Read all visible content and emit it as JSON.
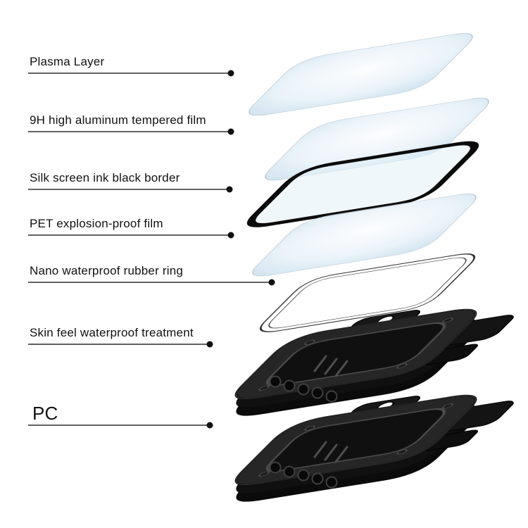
{
  "labels": [
    {
      "text": "Plasma Layer"
    },
    {
      "text": "9H high aluminum tempered film"
    },
    {
      "text": "Silk screen ink black border"
    },
    {
      "text": "PET explosion-proof film"
    },
    {
      "text": "Nano waterproof rubber ring"
    },
    {
      "text": "Skin feel waterproof treatment"
    },
    {
      "text": "PC"
    }
  ],
  "colors": {
    "background": "#ffffff",
    "film_tint": "#e8f2f9",
    "film_edge": "#a9bfce",
    "border_black": "#0c0c0c",
    "case_top": "#262626",
    "case_side": "#0b0b0b",
    "leader_line": "#2e2e2e",
    "label_text": "#111111"
  }
}
